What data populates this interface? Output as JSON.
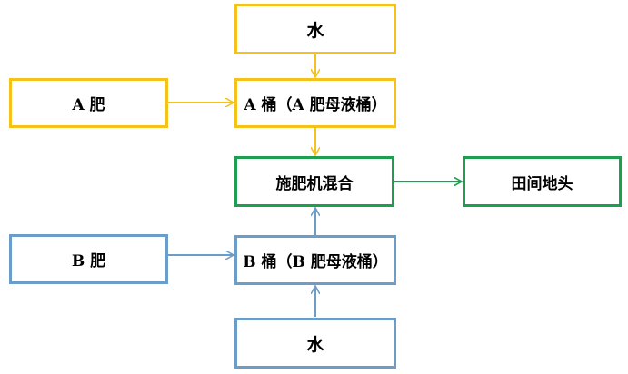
{
  "colors": {
    "gold": "#f5c21b",
    "green": "#1e9e4f",
    "blue": "#6b9dc8"
  },
  "nodes": {
    "water_top": "水",
    "fertilizer_a": "A 肥",
    "bucket_a": "A 桶（A 肥母液桶）",
    "mixer": "施肥机混合",
    "field": "田间地头",
    "fertilizer_b": "B 肥",
    "bucket_b": "B 桶（B 肥母液桶）",
    "water_bottom": "水"
  }
}
